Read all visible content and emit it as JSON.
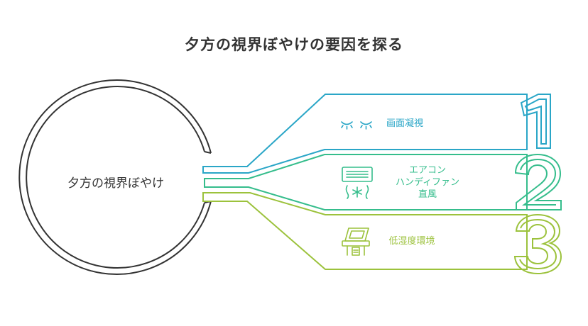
{
  "title": "夕方の視界ぼやけの要因を探る",
  "center": {
    "label": "夕方の視界ぼやけ"
  },
  "items": [
    {
      "number": "1",
      "lines": [
        "画面凝視"
      ],
      "icon": "closed-eyes-icon",
      "color": "#2aa6c7"
    },
    {
      "number": "2",
      "lines": [
        "エアコン",
        "ハンディファン",
        "直風"
      ],
      "icon": "air-conditioner-icon",
      "color": "#35bd8c"
    },
    {
      "number": "3",
      "lines": [
        "低湿度環境"
      ],
      "icon": "humidity-meter-icon",
      "color": "#9cc23c"
    }
  ]
}
